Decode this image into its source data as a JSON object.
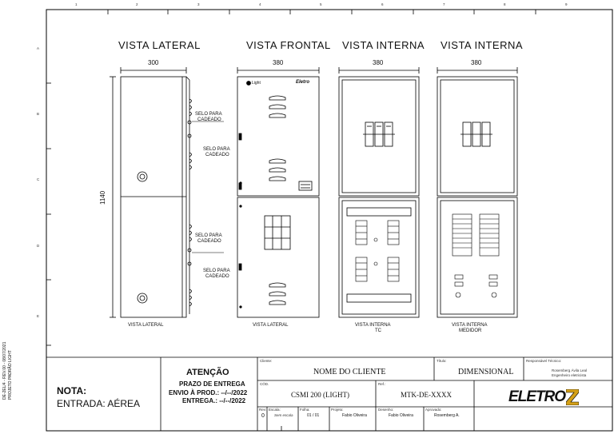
{
  "border": {
    "columns": [
      "1",
      "2",
      "3",
      "4",
      "5",
      "6",
      "7",
      "8",
      "9"
    ],
    "rows": [
      "A",
      "B",
      "C",
      "D",
      "E"
    ]
  },
  "views": {
    "lateral": {
      "title": "VISTA  LATERAL",
      "dim_width": "300",
      "dim_height": "1140",
      "caption": "VISTA LATERAL"
    },
    "frontal": {
      "title": "VISTA  FRONTAL",
      "dim_width": "380",
      "caption": "VISTA LATERAL",
      "logo_light": "Light",
      "logo_brand": "Eletro"
    },
    "interna_tc": {
      "title": "VISTA  INTERNA",
      "dim_width": "380",
      "caption_line1": "VISTA INTERNA",
      "caption_line2": "TC"
    },
    "interna_medidor": {
      "title": "VISTA  INTERNA",
      "dim_width": "380",
      "caption_line1": "VISTA INTERNA",
      "caption_line2": "MEDIDOR"
    }
  },
  "annotations": {
    "selo1_line1": "SELO PARA",
    "selo1_line2": "CADEADO",
    "selo2_line1": "SELO PARA",
    "selo2_line2": "CADEADO",
    "selo3_line1": "SELO PARA",
    "selo3_line2": "CADEADO",
    "selo4_line1": "SELO PARA",
    "selo4_line2": "CADEADO"
  },
  "side_text": {
    "line1": "DE-2EL/4 - REV.00 - 08/07/2021",
    "line2": "PROJETO PADRÃO LIGHT"
  },
  "nota": {
    "label": "NOTA:",
    "text": "ENTRADA: AÉREA"
  },
  "atencao": {
    "title": "ATENÇÃO",
    "line1": "PRAZO DE ENTREGA",
    "line2": "ENVIO À PROD.: --/--/2022",
    "line3": "ENTREGA.: --/--/2022"
  },
  "title_block": {
    "cliente_label": "Cliente:",
    "cliente": "NOME DO CLIENTE",
    "titulo_label": "Título:",
    "titulo": "DIMENSIONAL",
    "resp_label": "Responsável Técnico:",
    "resp_name": "Rosemberg Ávila Leal",
    "resp_role": "Engenheiro eletricista",
    "cod_label": "CÓD.",
    "cod": "CSMI 200 (LIGHT)",
    "ref_label": "Ref.:",
    "ref": "MTK-DE-XXXX",
    "rev_label": "Rev:",
    "rev": "0",
    "escala_label": "Escala:",
    "escala": "Sem escala",
    "folha_label": "Folha:",
    "folha": "01  /  01",
    "projeto_label": "Projeto:",
    "projeto": "Fabio Oliveira",
    "desenho_label": "Desenho:",
    "desenho": "Fabio Oliveira",
    "aprovado_label": "Aprovado:",
    "aprovado": "Rosemberg A.",
    "logo": "ELETRO"
  }
}
